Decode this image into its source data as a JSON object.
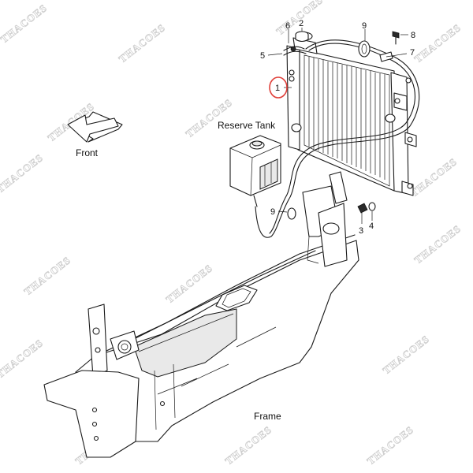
{
  "labels": {
    "reserve_tank": "Reserve Tank",
    "front": "Front",
    "frame": "Frame"
  },
  "callouts": {
    "c1": "1",
    "c2": "2",
    "c3": "3",
    "c4": "4",
    "c5": "5",
    "c6": "6",
    "c7": "7",
    "c8": "8",
    "c9_top": "9",
    "c9_bottom": "9"
  },
  "watermark": {
    "text": "THACOES"
  },
  "highlight": {
    "color": "#e0403a",
    "target_callout": "1"
  }
}
